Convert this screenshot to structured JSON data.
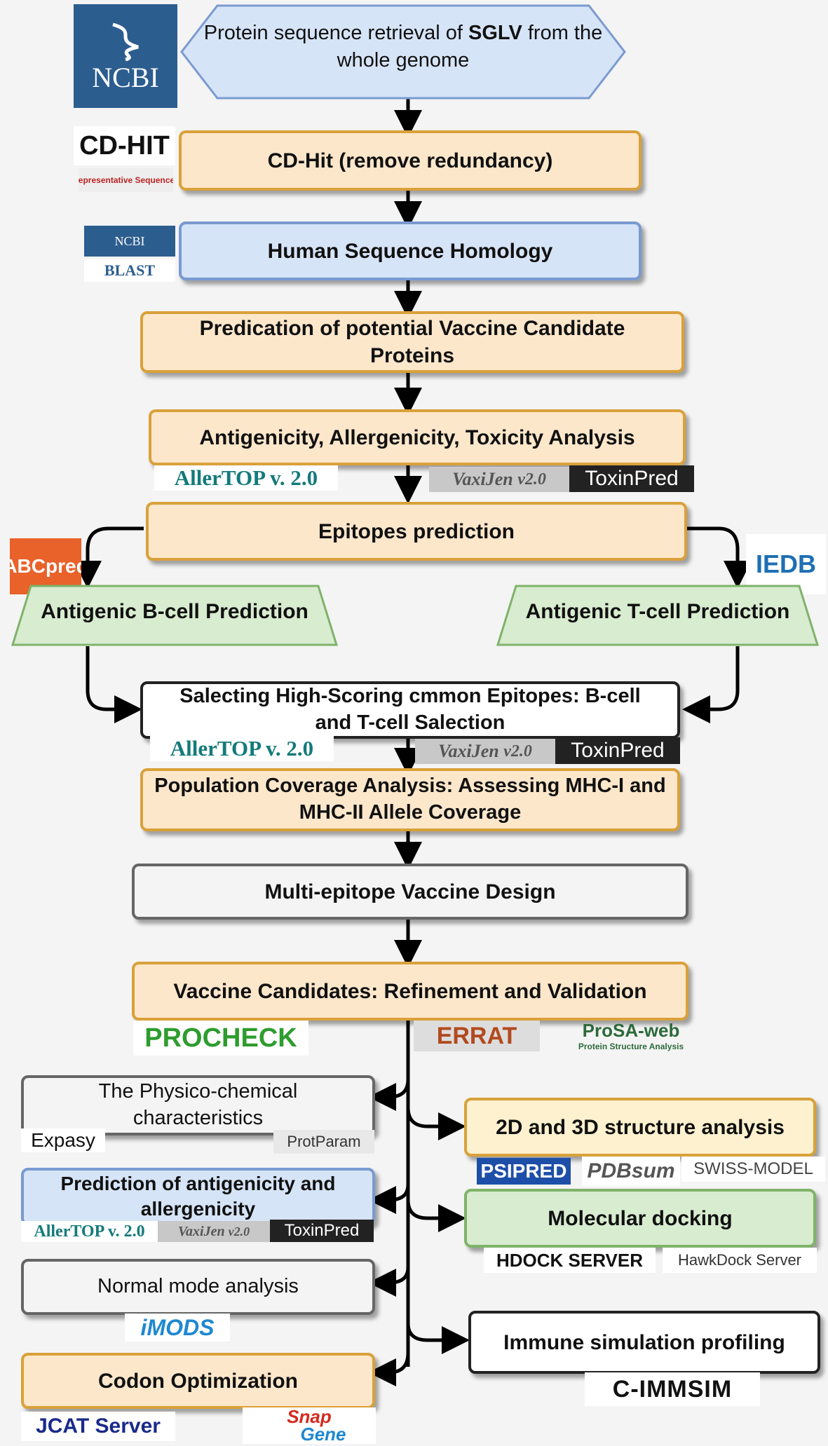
{
  "steps": {
    "retrieval_prefix": "Protein sequence retrieval of ",
    "retrieval_bold": "SGLV",
    "retrieval_suffix": " from the whole genome",
    "cdhit": "CD-Hit  (remove redundancy)",
    "homology": "Human Sequence Homology",
    "prediction": "Predication of potential Vaccine Candidate Proteins",
    "antigenicity": "Antigenicity, Allergenicity, Toxicity Analysis",
    "epitopes": "Epitopes prediction",
    "bcell": "Antigenic B-cell  Prediction",
    "tcell": "Antigenic T-cell  Prediction",
    "selecting": "Salecting High-Scoring cmmon Epitopes: B-cell and T-cell Salection",
    "population": "Population Coverage Analysis: Assessing MHC-I and MHC-II Allele Coverage",
    "design": "Multi-epitope Vaccine Design",
    "refinement": "Vaccine Candidates: Refinement and Validation",
    "physico": "The Physico-chemical characteristics",
    "antigen_pred": "Prediction of antigenicity and allergenicity",
    "normal_mode": "Normal mode analysis",
    "codon": "Codon Optimization",
    "structure": "2D and 3D structure analysis",
    "docking": "Molecular docking",
    "immune": "Immune simulation profiling"
  },
  "logos": {
    "ncbi": "NCBI",
    "cdhit": "CD-HIT",
    "cdhit_sub": "Representative Sequences",
    "blast_top": "NCBI",
    "blast": "BLAST",
    "allertop": "AllerTOP v. 2.0",
    "vaxijen": "VaxiJen",
    "vaxijen_ver": "v2.0",
    "toxinpred": "ToxinPred",
    "abcpred": "ABCpred",
    "iedb": "IEDB",
    "procheck": "PROCHECK",
    "errat": "ERRAT",
    "prosa": "ProSA-web",
    "prosa_sub": "Protein Structure Analysis",
    "expasy": "Expasy",
    "protparam": "ProtParam",
    "psipred": "PSIPRED",
    "pdbsum": "PDBsum",
    "swissmodel": "SWISS-MODEL",
    "hdock": "HDOCK SERVER",
    "hawkdock": "HawkDock Server",
    "imods": "iMODS",
    "cimmsim": "C-IMMSIM",
    "jcat": "JCAT Server",
    "snapgene_1": "Snap",
    "snapgene_2": "Gene"
  },
  "colors": {
    "orange_fill": "#fde7cb",
    "orange_border": "#d9a13a",
    "blue_fill": "#d6e4f7",
    "green_fill": "#d8ecd0",
    "arrow": "#000000"
  }
}
